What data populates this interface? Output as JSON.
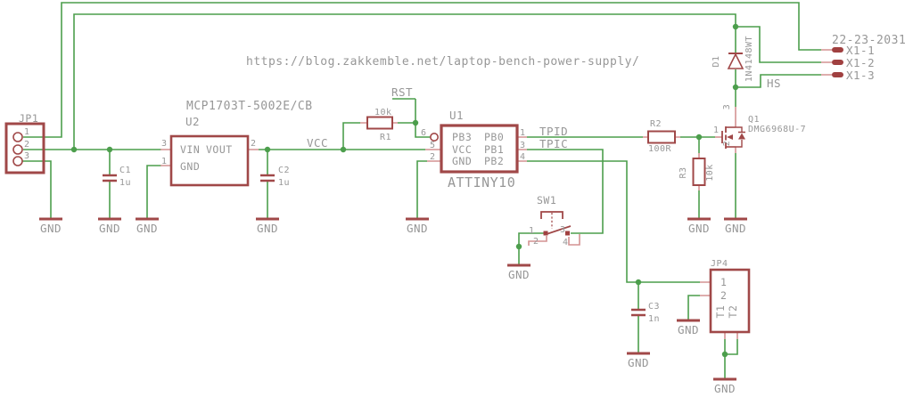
{
  "note": {
    "url": "https://blog.zakkemble.net/laptop-bench-power-supply/"
  },
  "nets": {
    "vcc": "VCC",
    "rst": "RST",
    "tpid": "TPID",
    "tpic": "TPIC",
    "hs": "HS",
    "gnd": "GND"
  },
  "components": {
    "jp1": {
      "ref": "JP1",
      "pins": [
        "1",
        "2",
        "3"
      ]
    },
    "u2": {
      "ref": "U2",
      "value": "MCP1703T-5002E/CB",
      "ports": {
        "vin": "VIN",
        "vout": "VOUT",
        "gnd": "GND"
      },
      "nums": {
        "vin": "3",
        "gnd": "1",
        "vout": "2"
      }
    },
    "c1": {
      "ref": "C1",
      "value": "1u"
    },
    "c2": {
      "ref": "C2",
      "value": "1u"
    },
    "c3": {
      "ref": "C3",
      "value": "1n"
    },
    "r1": {
      "ref": "R1",
      "value": "10k"
    },
    "r2": {
      "ref": "R2",
      "value": "100R"
    },
    "r3": {
      "ref": "R3",
      "value": "10k"
    },
    "u1": {
      "ref": "U1",
      "value": "ATTINY10",
      "ports": {
        "pb3": "PB3",
        "pb0": "PB0",
        "vcc": "VCC",
        "pb1": "PB1",
        "gnd": "GND",
        "pb2": "PB2"
      },
      "nums": {
        "pb3": "6",
        "vcc": "5",
        "gnd": "2",
        "pb0": "1",
        "pb1": "3",
        "pb2": "4"
      }
    },
    "sw1": {
      "ref": "SW1",
      "nums": [
        "1",
        "2",
        "3",
        "4"
      ]
    },
    "d1": {
      "ref": "D1",
      "value": "1N4148WT"
    },
    "q1": {
      "ref": "Q1",
      "value": "DMG6968U-7",
      "nums": {
        "gate": "1",
        "source": "2",
        "drain": "3"
      }
    },
    "jp4": {
      "ref": "JP4",
      "nums": [
        "1",
        "2"
      ],
      "t1": "T1",
      "t2": "T2"
    },
    "x1": {
      "header": "22-23-2031",
      "pins": [
        "X1-1",
        "X1-2",
        "X1-3"
      ]
    }
  },
  "colors": {
    "wire": "#4C9E4C",
    "symbol": "#A04848",
    "pin_stub": "#D49292",
    "pad": "#A04040",
    "text": "#979797",
    "background": "#FFFFFF"
  }
}
